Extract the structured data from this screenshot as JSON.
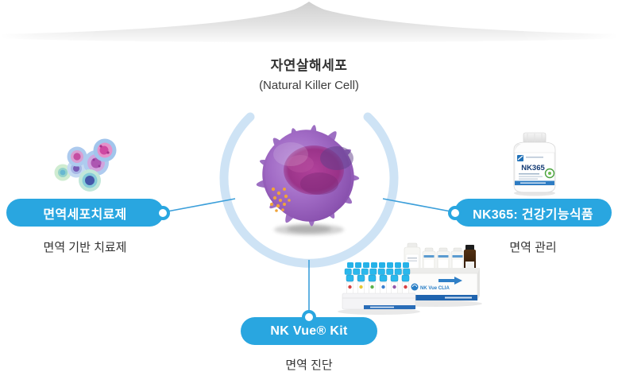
{
  "header": {
    "title_ko": "자연살해세포",
    "title_en": "(Natural Killer Cell)"
  },
  "nodes": {
    "left": {
      "label": "면역세포치료제",
      "sublabel": "면역 기반 치료제"
    },
    "right": {
      "label": "NK365: 건강기능식품",
      "sublabel": "면역 관리"
    },
    "bottom": {
      "label": "NK Vue® Kit",
      "sublabel": "면역 진단"
    }
  },
  "artwork_text": {
    "bottle_brand": "NK365",
    "box_brand": "NK Vue CLIA"
  },
  "icons": {
    "left_image": "immune-cells-image",
    "center_image": "nk-cell-image",
    "right_image": "nk365-bottle-image",
    "bottom_image": "nk-vue-kit-image"
  },
  "colors": {
    "pill_blue": "#29a6e0",
    "arc_light_blue": "#cee3f5",
    "connector_blue": "#3c9fda",
    "text_dark": "#333333",
    "drape_gray": "#d7d7d7"
  }
}
